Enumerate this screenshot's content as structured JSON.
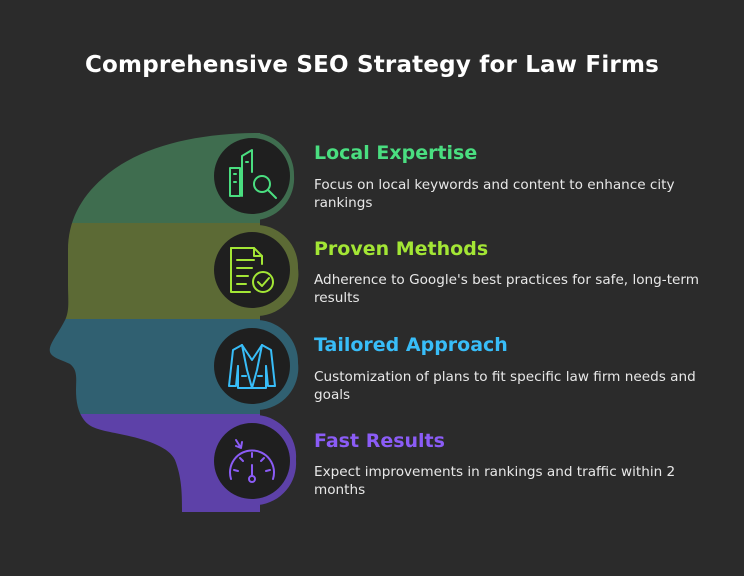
{
  "title": "Comprehensive SEO Strategy for Law Firms",
  "items": [
    {
      "title": "Local Expertise",
      "description": "Focus on local keywords and content to enhance city rankings",
      "color": "#4ade80",
      "band_color": "#3f6d4f",
      "icon": "city-search-icon"
    },
    {
      "title": "Proven Methods",
      "description": "Adherence to Google's best practices for safe, long-term results",
      "color": "#a3e635",
      "band_color": "#5c6a35",
      "icon": "document-check-icon"
    },
    {
      "title": "Tailored Approach",
      "description": "Customization of plans to fit specific law firm needs and goals",
      "color": "#38bdf8",
      "band_color": "#306071",
      "icon": "suit-jacket-icon"
    },
    {
      "title": "Fast Results",
      "description": "Expect improvements in rankings and traffic within 2 months",
      "color": "#8b5cf6",
      "band_color": "#5d41a8",
      "icon": "speedometer-icon"
    }
  ]
}
